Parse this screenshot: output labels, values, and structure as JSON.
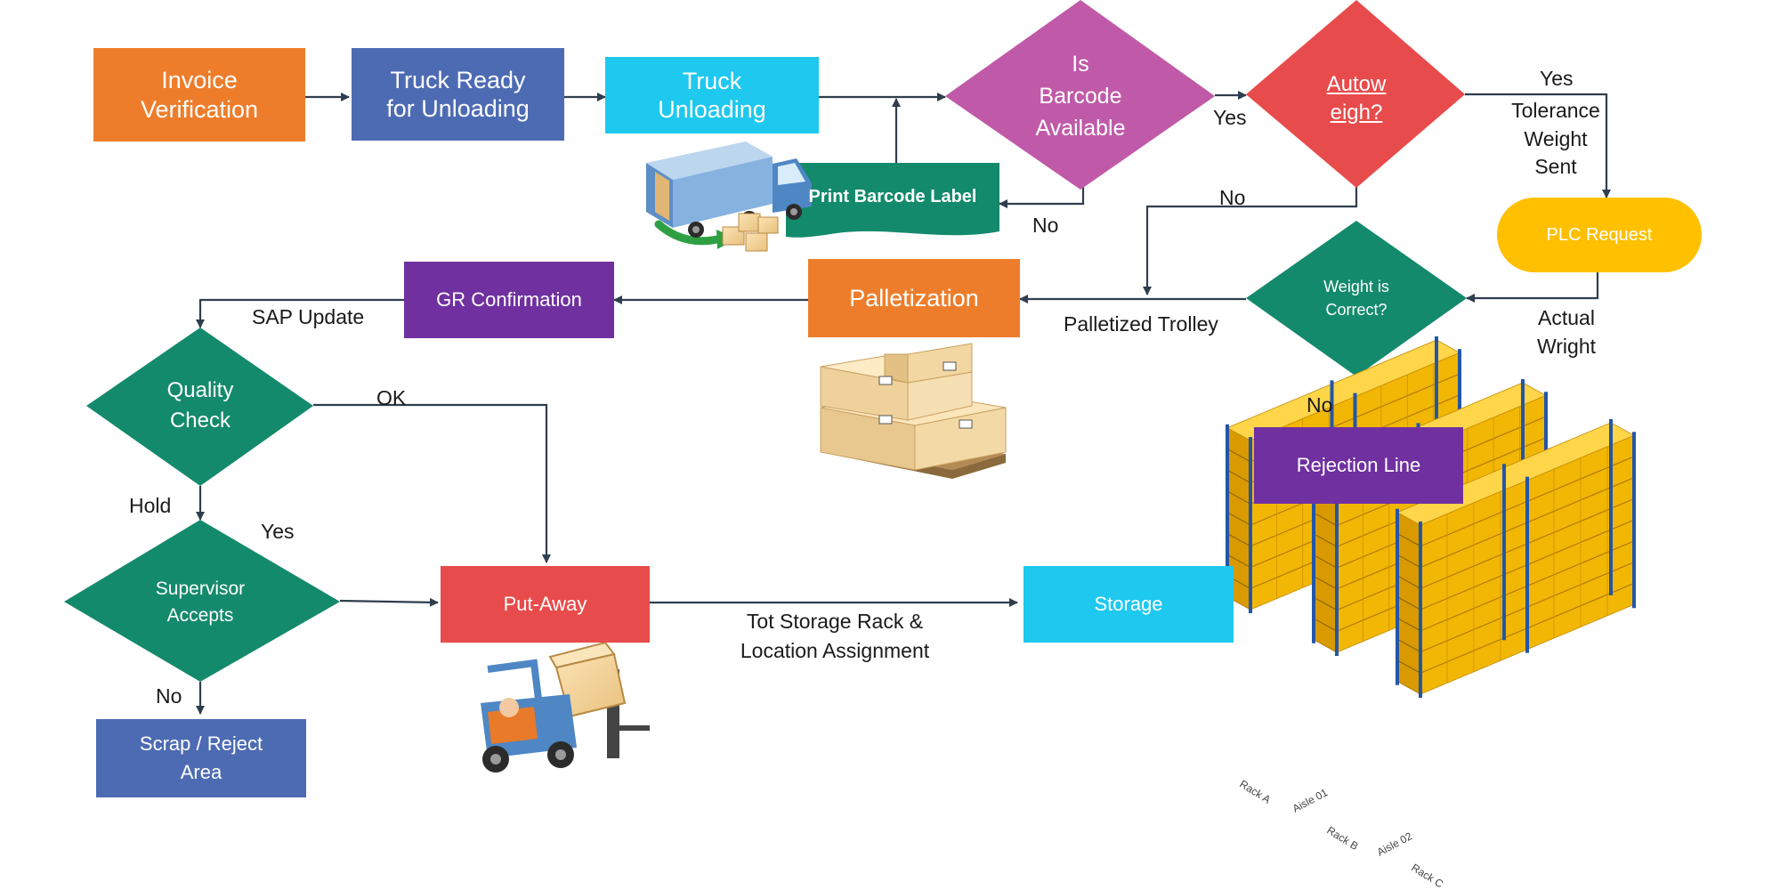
{
  "nodes": {
    "invoice": "Invoice\nVerification",
    "truck_ready": "Truck Ready\nfor Unloading",
    "truck_unloading": "Truck\nUnloading",
    "barcode_decision": "Is\nBarcode\nAvailable",
    "autoweigh_decision": "Autow\neigh?",
    "print_barcode": "Print Barcode Label",
    "plc_request": "PLC Request",
    "weight_decision": "Weight is\nCorrect?",
    "palletization": "Palletization",
    "gr_confirmation": "GR Confirmation",
    "rejection_line": "Rejection Line",
    "quality_check": "Quality\nCheck",
    "supervisor_accepts": "Supervisor\nAccepts",
    "put_away": "Put-Away",
    "storage": "Storage",
    "scrap_reject": "Scrap / Reject\nArea"
  },
  "edge_labels": {
    "barcode_yes": "Yes",
    "barcode_no": "No",
    "autoweigh_yes": "Yes",
    "tolerance": "Tolerance\nWeight\nSent",
    "autoweigh_no": "No",
    "actual_weight": "Actual\nWright",
    "palletized_trolley": "Palletized Trolley",
    "weight_no": "No",
    "sap_update": "SAP Update",
    "qc_ok": "OK",
    "qc_hold": "Hold",
    "supervisor_yes": "Yes",
    "supervisor_no": "No",
    "storage_assignment": "Tot Storage Rack &\nLocation Assignment"
  },
  "rack_labels": {
    "rack_a": "Rack A",
    "aisle_01": "Aisle 01",
    "rack_b": "Rack B",
    "aisle_02": "Aisle 02",
    "rack_c": "Rack C"
  },
  "colors": {
    "orange": "#ee7d2b",
    "blue": "#4d6bb3",
    "cyan": "#1ec8ef",
    "magenta": "#c05aa8",
    "red": "#e84b4b",
    "green": "#148a6c",
    "yellow": "#ffc000",
    "purple": "#7030a0",
    "arrow": "#2f3e4e"
  }
}
